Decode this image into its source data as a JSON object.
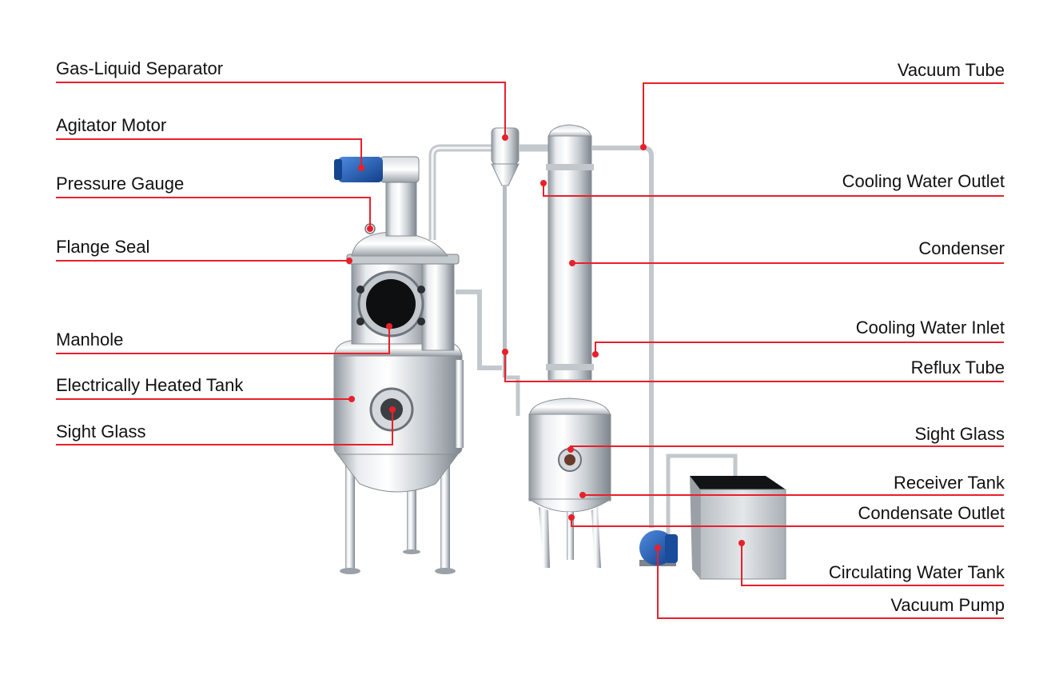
{
  "colors": {
    "leader": "#e8202a",
    "text": "#111111",
    "steel_light": "#f1f3f5",
    "steel_dark": "#9aa1a8",
    "motor_blue": "#1f5fb8"
  },
  "left_labels": [
    "Gas-Liquid Separator",
    "Agitator Motor",
    "Pressure Gauge",
    "Flange Seal",
    "Manhole",
    "Electrically Heated Tank",
    "Sight Glass"
  ],
  "right_labels": [
    "Vacuum Tube",
    "Cooling Water Outlet",
    "Condenser",
    "Cooling Water Inlet",
    "Reflux Tube",
    "Sight Glass",
    "Receiver Tank",
    "Condensate Outlet",
    "Circulating Water Tank",
    "Vacuum Pump"
  ]
}
